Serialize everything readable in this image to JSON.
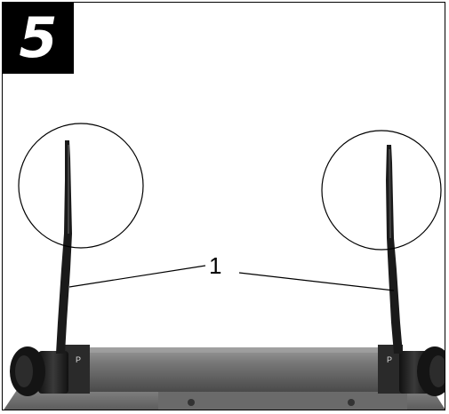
{
  "figure": {
    "step_number": "5",
    "callout_label": "1",
    "roller_marks": {
      "left": "P",
      "right": "P"
    }
  },
  "icons": {
    "detail_circle": "detail-circle-icon",
    "leader_line": "leader-line-icon"
  },
  "colors": {
    "badge_background": "#000000",
    "badge_text": "#ffffff",
    "machine_body": "#7a7a7a",
    "roller": "#6e6e6e",
    "rails": "#1a1a1a"
  }
}
